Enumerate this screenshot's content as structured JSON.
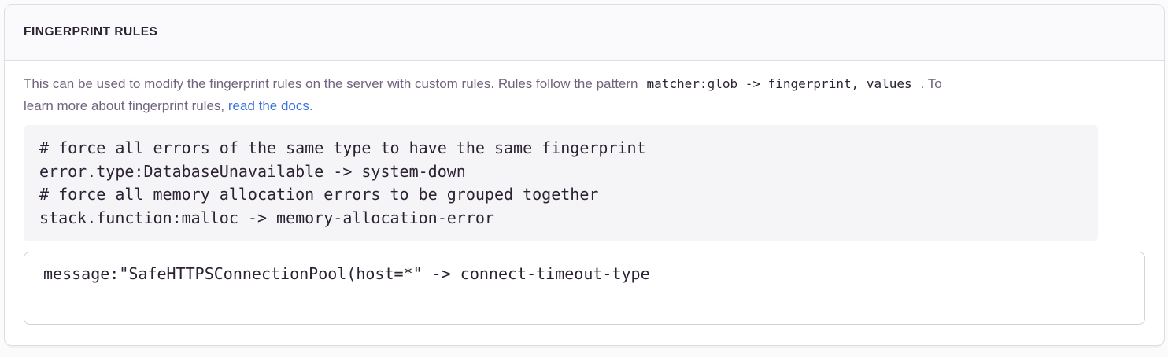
{
  "panel": {
    "title": "FINGERPRINT RULES"
  },
  "description": {
    "text_before_code": "This can be used to modify the fingerprint rules on the server with custom rules. Rules follow the pattern",
    "inline_code": "matcher:glob -> fingerprint, values",
    "text_after_code": ". To",
    "text_line_2": "learn more about fingerprint rules,",
    "link_text": "read the docs."
  },
  "example": {
    "code": "# force all errors of the same type to have the same fingerprint\nerror.type:DatabaseUnavailable -> system-down\n# force all memory allocation errors to be grouped together\nstack.function:malloc -> memory-allocation-error"
  },
  "editor": {
    "value": "message:\"SafeHTTPSConnectionPool(host=*\" -> connect-timeout-type"
  },
  "colors": {
    "link": "#3c74dd",
    "header_text": "#2b2233",
    "body_text": "#71637e",
    "code_text": "#2b2233",
    "panel_border": "#e0dce5",
    "header_bg": "#faf9fb",
    "example_bg": "#f5f5f7"
  }
}
